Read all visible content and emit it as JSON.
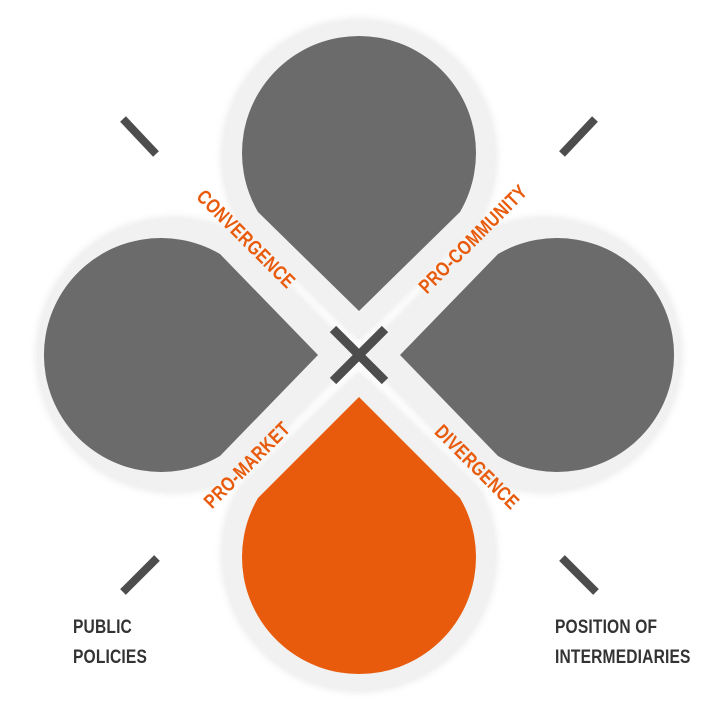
{
  "colors": {
    "petal_gray": "#6b6b6b",
    "petal_orange": "#e85b0c",
    "halo": "#f1f1f1",
    "label_orange": "#e85b0c",
    "label_dark": "#333333",
    "center_mark": "#4d4d4d"
  },
  "diagram": {
    "petals": [
      {
        "name": "top",
        "highlighted": false
      },
      {
        "name": "left",
        "highlighted": false
      },
      {
        "name": "right",
        "highlighted": false
      },
      {
        "name": "bottom",
        "highlighted": true
      }
    ],
    "labels": {
      "convergence": "CONVERGENCE",
      "pro_community": "PRO-COMMUNITY",
      "pro_market": "PRO-MARKET",
      "divergence": "DIVERGENCE"
    },
    "axes": {
      "public_policies": [
        "PUBLIC",
        "POLICIES"
      ],
      "position_of_intermediaries": [
        "POSITION OF",
        "INTERMEDIARIES"
      ]
    }
  }
}
